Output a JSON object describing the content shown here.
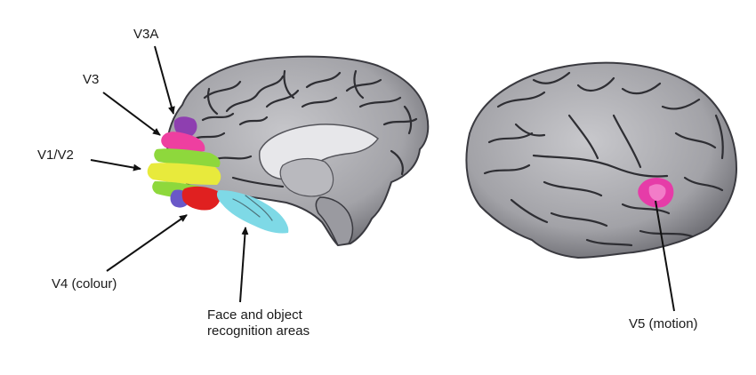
{
  "labels": {
    "v3a": "V3A",
    "v3": "V3",
    "v1v2": "V1/V2",
    "v4": "V4 (colour)",
    "face_line1": "Face and object",
    "face_line2": "recognition areas",
    "v5": "V5 (motion)"
  },
  "colors": {
    "v3a_region": "#8e3fb0",
    "v3_region": "#ee3fa0",
    "v1v2_region": "#e8ea3c",
    "green_band": "#8ed83c",
    "v4_region": "#e02020",
    "blue_patch": "#6a58c8",
    "face_region": "#7ed9e6",
    "v5_region": "#e63ca8",
    "brain_gray": "#a7a7ab",
    "sulcus": "#2e2e33"
  }
}
